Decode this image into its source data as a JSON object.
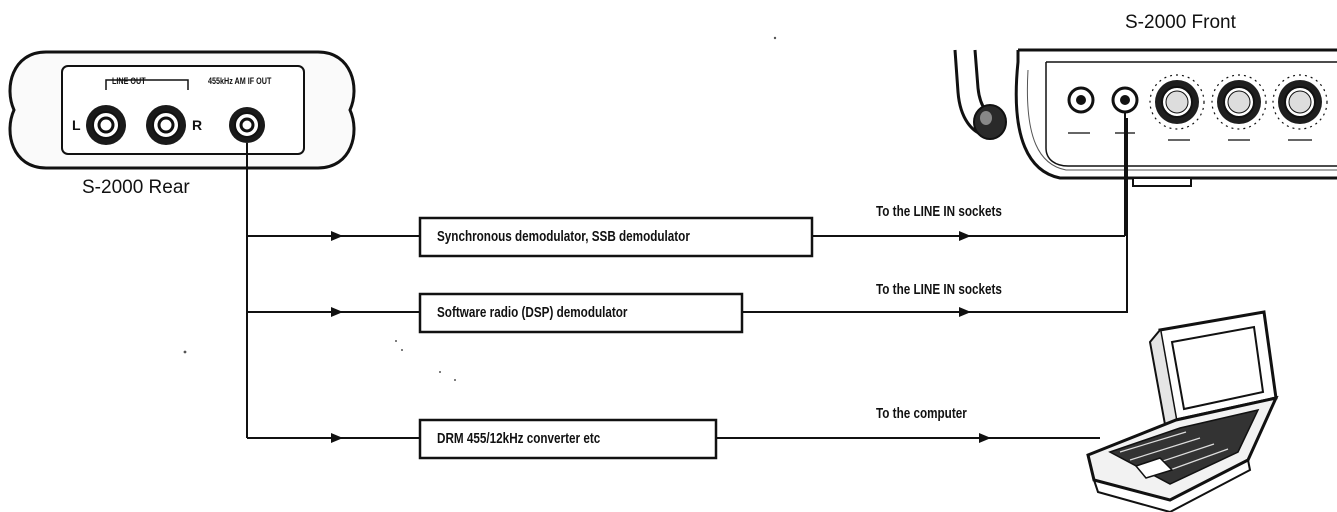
{
  "rear_panel": {
    "title": "S-2000 Rear",
    "line_out_label": "LINE OUT",
    "if_out_label": "455kHz AM IF OUT",
    "left_channel": "L",
    "right_channel": "R"
  },
  "front_panel": {
    "title": "S-2000 Front"
  },
  "devices": [
    {
      "label": "Synchronous demodulator, SSB demodulator",
      "output_label": "To the LINE IN sockets"
    },
    {
      "label": "Software radio (DSP) demodulator",
      "output_label": "To the LINE IN sockets"
    },
    {
      "label": "DRM 455/12kHz converter etc",
      "output_label": "To the computer"
    }
  ]
}
